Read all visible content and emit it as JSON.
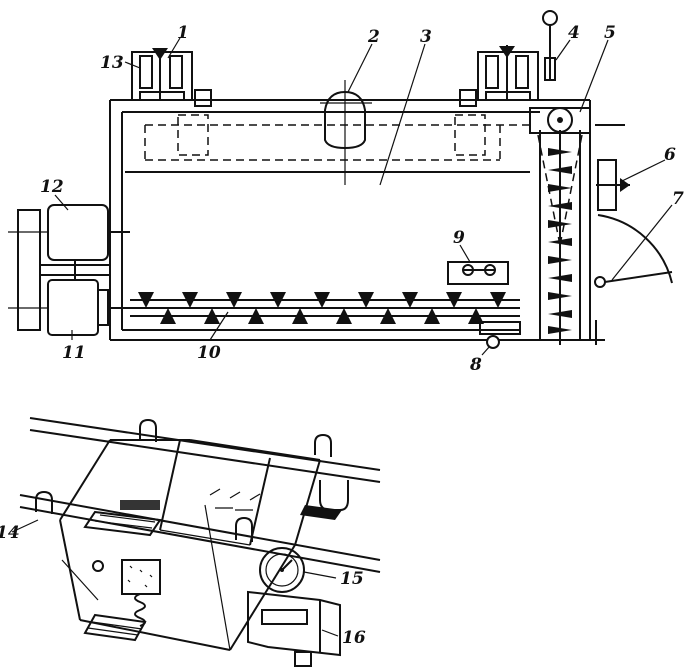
{
  "figure": {
    "upper_labels": [
      "1",
      "2",
      "3",
      "4",
      "5",
      "6",
      "7",
      "8",
      "9",
      "10",
      "11",
      "12",
      "13"
    ],
    "lower_labels": [
      "14",
      "15",
      "16"
    ]
  },
  "colors": {
    "ink": "#111111",
    "paper": "#ffffff"
  }
}
